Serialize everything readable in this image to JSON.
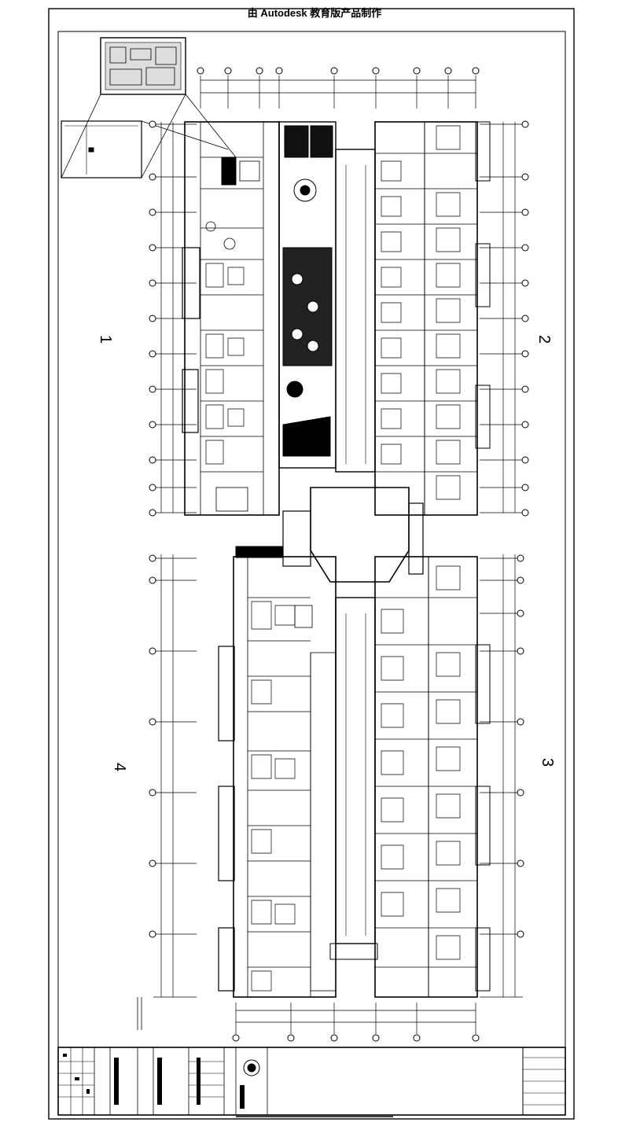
{
  "stamp": {
    "text": "由 Autodesk 教育版产品制作"
  },
  "zones": {
    "z1": "1",
    "z2": "2",
    "z3": "3",
    "z4": "4"
  },
  "colors": {
    "ink": "#000000",
    "paper": "#ffffff"
  }
}
